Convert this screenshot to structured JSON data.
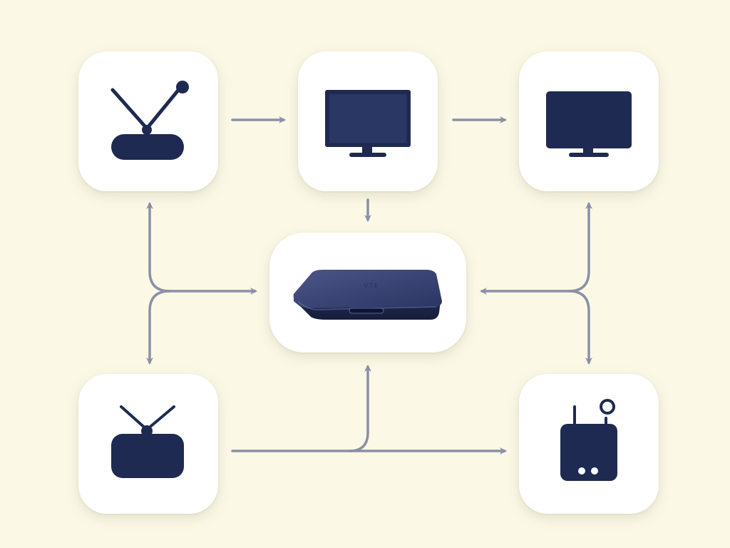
{
  "diagram": {
    "hub": {
      "device_label": "ᴜᴛᴇ"
    },
    "colors": {
      "background": "#fbf9e6",
      "node_fill": "#ffffff",
      "icon": "#1f2a52",
      "hub_top": "#3a4575",
      "connector": "#8a90a6"
    },
    "nodes": [
      {
        "name": "antenna-receiver-node",
        "icon": "antenna-receiver-icon"
      },
      {
        "name": "monitor-node-center",
        "icon": "monitor-icon"
      },
      {
        "name": "monitor-node-right",
        "icon": "monitor-icon"
      },
      {
        "name": "streaming-box-hub",
        "icon": "streaming-box-icon"
      },
      {
        "name": "antenna-tuner-node",
        "icon": "antenna-tuner-icon"
      },
      {
        "name": "router-node",
        "icon": "router-icon"
      }
    ]
  }
}
